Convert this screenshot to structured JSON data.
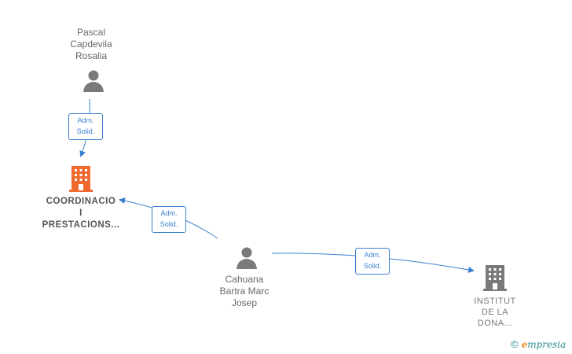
{
  "nodes": {
    "pascal": {
      "name_lines": [
        "Pascal",
        "Capdevila",
        "Rosalia"
      ]
    },
    "coordinacio": {
      "name_lines": [
        "COORDINACIO",
        "I",
        "PRESTACIONS..."
      ]
    },
    "cahuana": {
      "name_lines": [
        "Cahuana",
        "Bartra Marc",
        "Josep"
      ]
    },
    "institut": {
      "name_lines": [
        "INSTITUT",
        "DE LA",
        "DONA..."
      ]
    }
  },
  "edges": [
    {
      "label_lines": [
        "Adm.",
        "Solid."
      ]
    },
    {
      "label_lines": [
        "Adm.",
        "Solid."
      ]
    },
    {
      "label_lines": [
        "Adm.",
        "Solid."
      ]
    }
  ],
  "colors": {
    "edge": "#3a7fcf",
    "person_icon": "#7a7a7a",
    "main_company_icon": "#f06a30",
    "other_company_icon": "#7a7a7a"
  },
  "icons": {
    "person": "person-icon",
    "company": "building-icon"
  },
  "brand": {
    "copyright": "©",
    "initial": "e",
    "rest": "mpresia"
  }
}
